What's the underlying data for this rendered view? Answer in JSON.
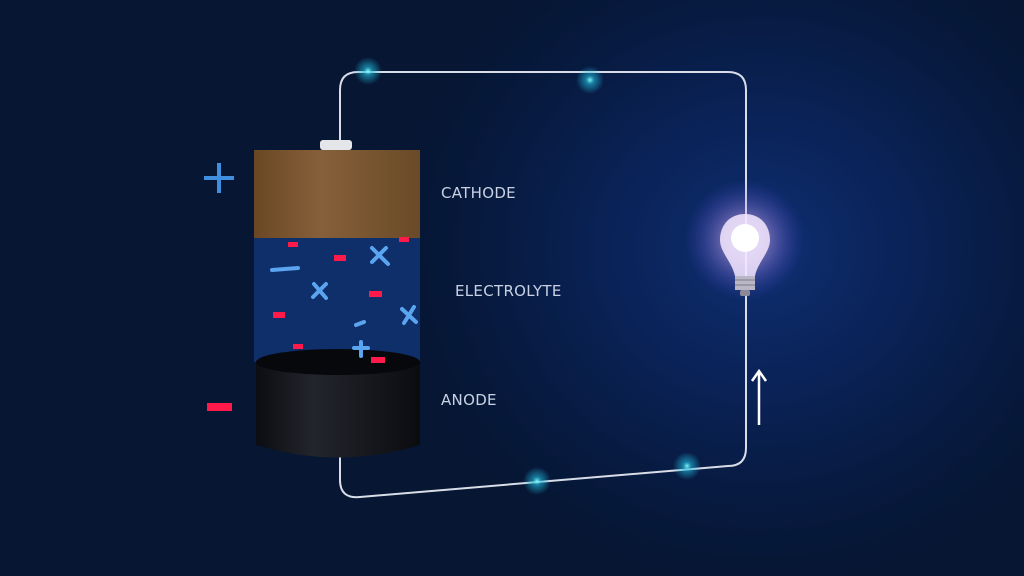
{
  "labels": {
    "cathode": "CATHODE",
    "electrolyte": "ELECTROLYTE",
    "anode": "ANODE"
  },
  "terminals": {
    "positive_icon": "plus-sign",
    "negative_icon": "minus-sign"
  },
  "colors": {
    "background": "#061633",
    "cathode": "#7a5530",
    "electrolyte": "#10306e",
    "anode": "#111218",
    "wire": "#d8dde8",
    "positive": "#3f8ee0",
    "negative": "#ff1a4a"
  }
}
